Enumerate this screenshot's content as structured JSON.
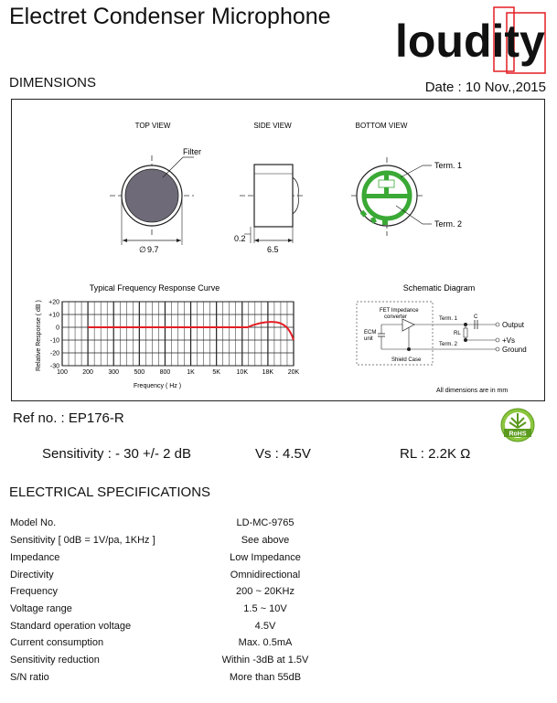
{
  "title": "Electret Condenser Microphone",
  "brand": {
    "logo_text": "loudity",
    "accent": "#e31e24"
  },
  "dimensions": {
    "heading": "DIMENSIONS",
    "date": "Date : 10 Nov.,2015",
    "views": {
      "top": "TOP VIEW",
      "side": "SIDE VIEW",
      "bottom": "BOTTOM VIEW"
    },
    "filter_label": "Filter",
    "diameter": "9.7",
    "side_offset": "0.2",
    "side_height": "6.5",
    "term1": "Term. 1",
    "term2": "Term. 2",
    "footnote": "All dimensions are in mm"
  },
  "frequency_chart": {
    "title": "Typical Frequency Response Curve",
    "ylabel": "Relative Response ( dB )",
    "xlabel": "Frequency ( Hz )",
    "y_ticks": [
      "+20",
      "+10",
      "0",
      "-10",
      "-20",
      "-30"
    ],
    "x_ticks": [
      "100",
      "200",
      "300",
      "500",
      "800",
      "1K",
      "5K",
      "10K",
      "18K",
      "20K"
    ],
    "curve_color": "#e31e24"
  },
  "schematic": {
    "title": "Schematic Diagram",
    "fet_label_line1": "FET Impedance",
    "fet_label_line2": "converter",
    "ecm_line1": "ECM",
    "ecm_line2": "unit",
    "shield": "Shield Case",
    "term1": "Term. 1",
    "term2": "Term. 2",
    "rl": "RL",
    "cap": "C",
    "output": "Output",
    "vs": "+Vs",
    "ground": "Ground"
  },
  "ref_no": "Ref no. : EP176-R",
  "rohs_label": "RoHS",
  "params": {
    "sensitivity": "Sensitivity : - 30 +/- 2 dB",
    "vs": "Vs :  4.5V",
    "rl": "RL :  2.2K Ω"
  },
  "electrical": {
    "heading": "ELECTRICAL SPECIFICATIONS",
    "rows": [
      {
        "label": "Model No.",
        "value": "LD-MC-9765"
      },
      {
        "label": "Sensitivity   [ 0dB = 1V/pa, 1KHz ]",
        "value": "See above"
      },
      {
        "label": "Impedance",
        "value": "Low Impedance"
      },
      {
        "label": "Directivity",
        "value": "Omnidirectional"
      },
      {
        "label": "Frequency",
        "value": "200 ~ 20KHz"
      },
      {
        "label": "Voltage range",
        "value": "1.5 ~ 10V"
      },
      {
        "label": "Standard operation voltage",
        "value": "4.5V"
      },
      {
        "label": "Current consumption",
        "value": "Max. 0.5mA"
      },
      {
        "label": "Sensitivity reduction",
        "value": "Within -3dB at 1.5V"
      },
      {
        "label": "S/N ratio",
        "value": "More than 55dB"
      }
    ]
  }
}
